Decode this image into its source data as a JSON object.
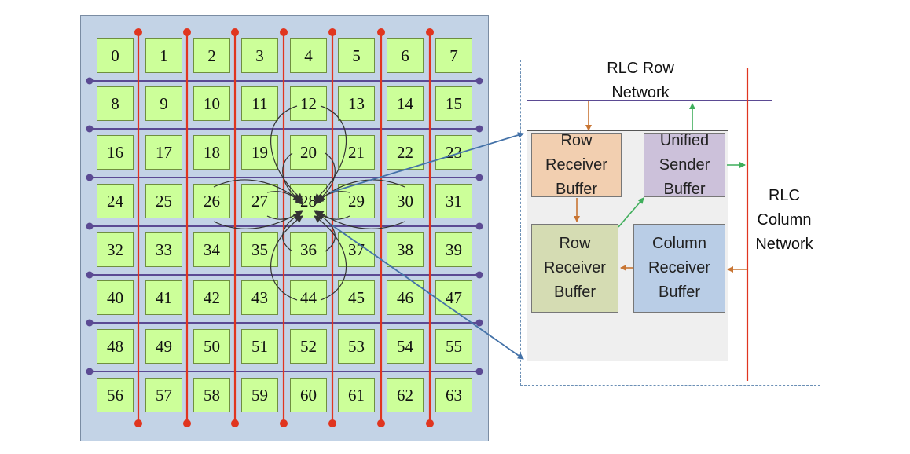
{
  "grid": {
    "nodes": [
      "0",
      "1",
      "2",
      "3",
      "4",
      "5",
      "6",
      "7",
      "8",
      "9",
      "10",
      "11",
      "12",
      "13",
      "14",
      "15",
      "16",
      "17",
      "18",
      "19",
      "20",
      "21",
      "22",
      "23",
      "24",
      "25",
      "26",
      "27",
      "28",
      "29",
      "30",
      "31",
      "32",
      "33",
      "34",
      "35",
      "36",
      "37",
      "38",
      "39",
      "40",
      "41",
      "42",
      "43",
      "44",
      "45",
      "46",
      "47",
      "48",
      "49",
      "50",
      "51",
      "52",
      "53",
      "54",
      "55",
      "56",
      "57",
      "58",
      "59",
      "60",
      "61",
      "62",
      "63"
    ],
    "highlighted_node": "28",
    "connected_nodes": [
      "12",
      "20",
      "27",
      "26",
      "29",
      "30",
      "36",
      "44"
    ]
  },
  "detail": {
    "row_network_label": "RLC Row\nNetwork",
    "column_network_label": "RLC\nColumn\nNetwork",
    "buffers": {
      "row_receiver_top": "Row\nReceiver\nBuffer",
      "unified_sender": "Unified\nSender\nBuffer",
      "row_receiver_bottom": "Row\nReceiver\nBuffer",
      "column_receiver": "Column\nReceiver\nBuffer"
    }
  },
  "colors": {
    "row_bus": "#5b4a93",
    "column_bus": "#e0351f",
    "node_fill": "#ccff99",
    "panel_fill": "#c3d3e6",
    "row_receiver_top_fill": "#f2cfb0",
    "unified_sender_fill": "#ccc1da",
    "row_receiver_bottom_fill": "#d5dcb3",
    "column_receiver_fill": "#b9cde6",
    "orange_arrow": "#c87533",
    "green_arrow": "#3fae5b",
    "link_arrow": "#4472a8"
  }
}
